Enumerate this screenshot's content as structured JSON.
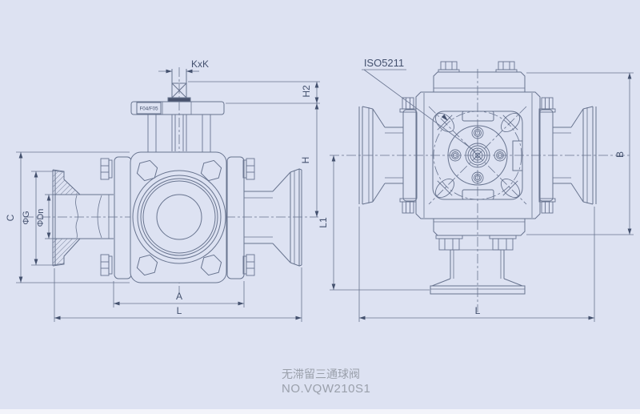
{
  "page": {
    "background": "#dde2f2",
    "line_color": "#68748f",
    "label_color": "#44516e",
    "muted_text_color": "#9aa0ab",
    "bottom_band_color": "#f3f4fa"
  },
  "front_view": {
    "labels": {
      "stem_square": "KxK",
      "stem_height": "H2",
      "height": "H",
      "mount_pad": "F04/F05",
      "body_height": "C",
      "flange_od": "ΦG",
      "bore": "ΦDn",
      "body_width": "A",
      "face_to_face": "L"
    }
  },
  "top_view": {
    "labels": {
      "mount_standard": "ISO5211",
      "center_to_face": "L1",
      "width": "B",
      "face_to_face": "L"
    }
  },
  "title_block": {
    "product_name": "无滞留三通球阀",
    "model": "NO.VQW210S1"
  }
}
